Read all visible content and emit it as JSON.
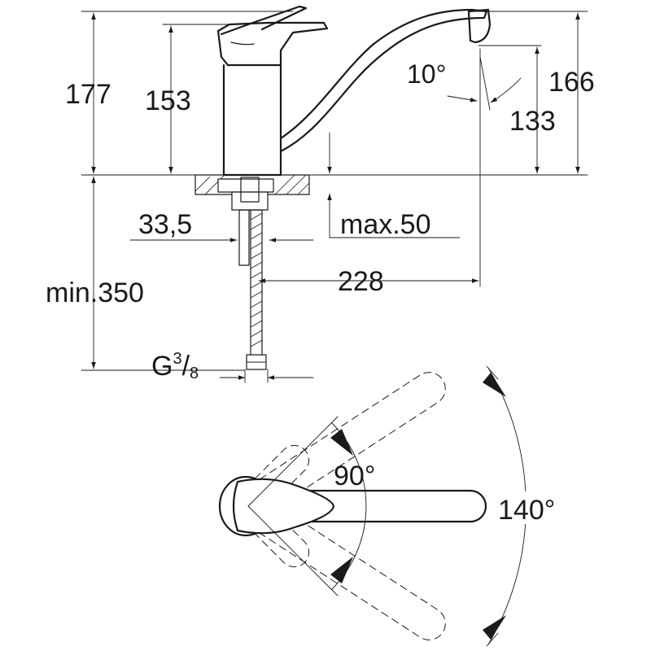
{
  "dimensions": {
    "d177": "177",
    "d153": "153",
    "d166": "166",
    "d133": "133",
    "angle_spout": "10°",
    "d33_5": "33,5",
    "max50": "max.50",
    "d228": "228",
    "min350": "min.350",
    "thread_g": "G",
    "thread_num": "3",
    "thread_den": "8",
    "angle_90": "90°",
    "angle_140": "140°"
  },
  "colors": {
    "line": "#1a1a1a",
    "background": "#ffffff"
  }
}
